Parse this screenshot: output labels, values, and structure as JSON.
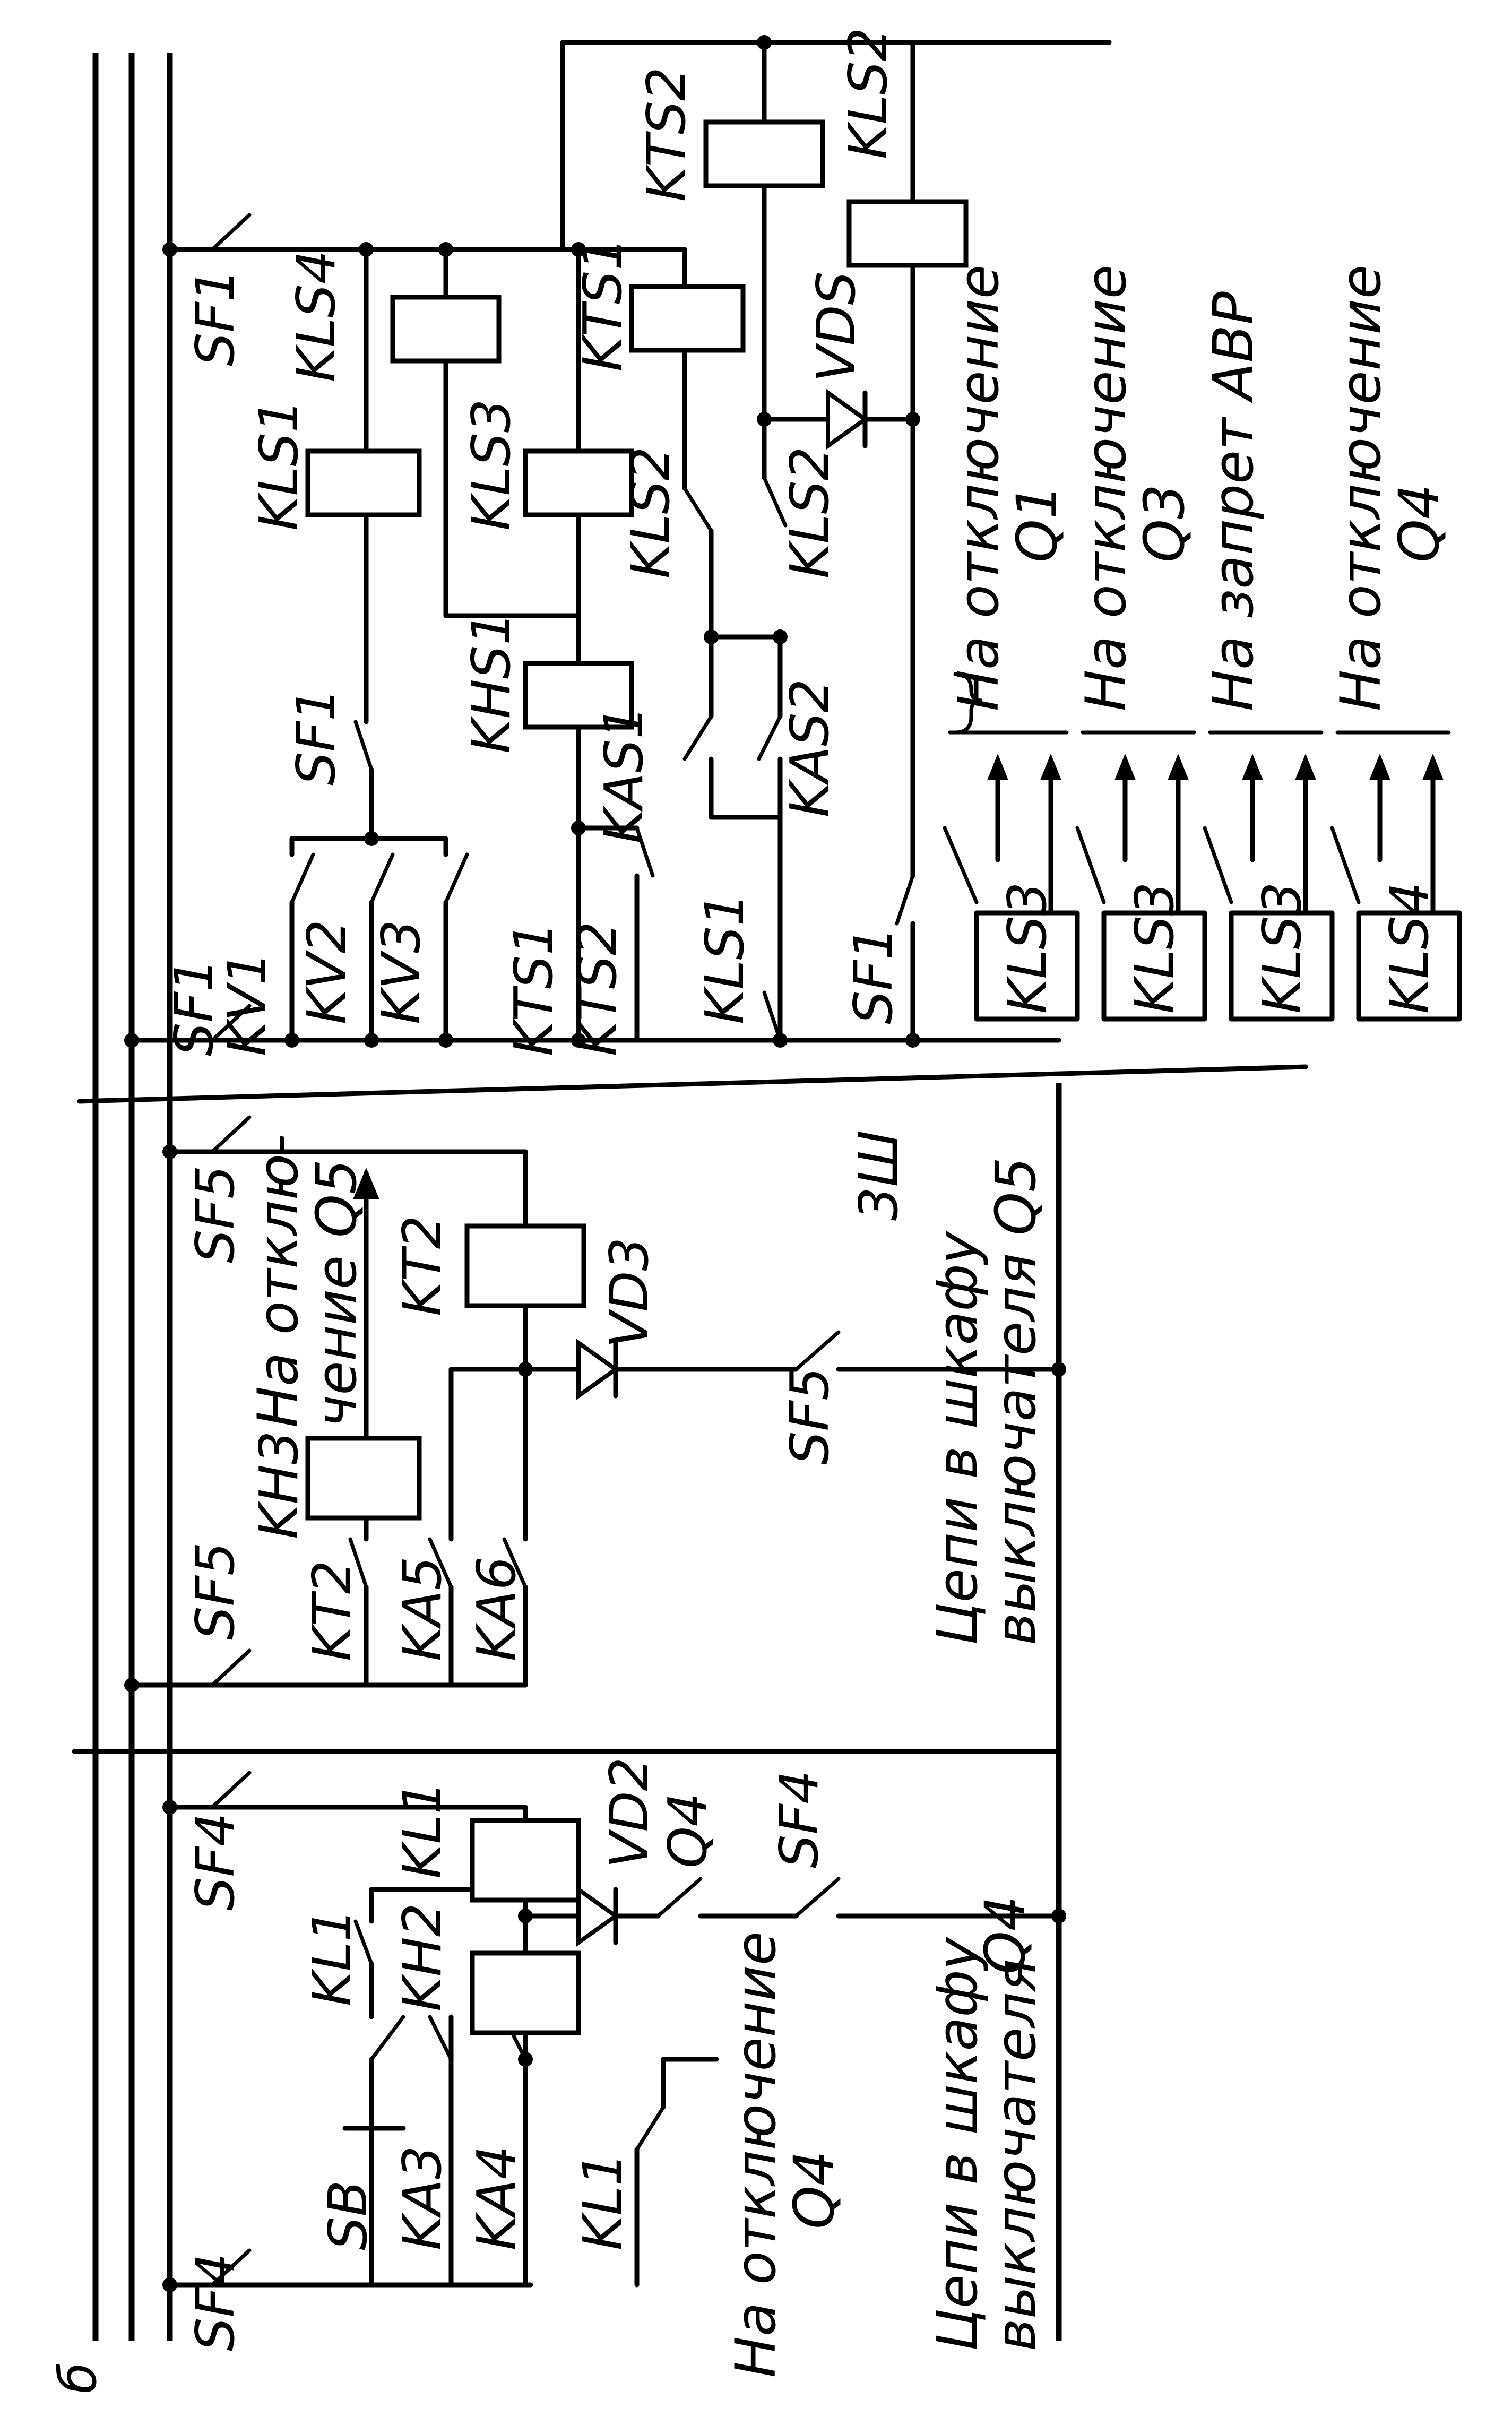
{
  "figure_label": "б",
  "labels": {
    "sf4_left": "SF4",
    "sb": "SB",
    "ka3": "KA3",
    "ka4": "KA4",
    "kl1_contact_low": "KL1",
    "kl1_contact": "KL1",
    "kh2": "KH2",
    "kl1_coil": "KL1",
    "vd2": "VD2",
    "q4": "Q4",
    "sf4_mid": "SF4",
    "sf4_right": "SF4",
    "sf5_left": "SF5",
    "kt2_contact": "KT2",
    "ka5": "KA5",
    "ka6": "KA6",
    "kh3": "KH3",
    "kt2_coil": "KT2",
    "vd3": "VD3",
    "sf5_mid": "SF5",
    "sf5_right": "SF5",
    "zsh": "3Ш",
    "sf1_kv1": "SF1",
    "kv1": "KV1",
    "kv2": "KV2",
    "kv3": "KV3",
    "sf1_mid": "SF1",
    "kls1_coil": "KLS1",
    "kls4_coil": "KLS4",
    "sf1_right": "SF1",
    "kts1_contact": "KTS1",
    "kts2_contact": "KTS2",
    "khs1": "KHS1",
    "kls3_coil": "KLS3",
    "kts1_coil": "KTS1",
    "kas1": "KAS1",
    "kls1_contact": "KLS1",
    "kas2": "KAS2",
    "kls2_contact_a": "KLS2",
    "kls2_contact_b": "KLS2",
    "vds": "VDS",
    "kts2_coil": "KTS2",
    "kls2_coil": "KLS2",
    "sf1_bottom": "SF1",
    "box1": "KLS3",
    "box2": "KLS3",
    "box3": "KLS3",
    "box4": "KLS4"
  },
  "notes": {
    "panel1_trip_line1": "На отключение",
    "panel1_trip_line2": "Q4",
    "panel1_cab_line1": "Цепи в шкафу",
    "panel1_cab_line2": "выключателя",
    "panel1_cab_ref": "Q4",
    "panel2_trip_line1": "На отклю-",
    "panel2_trip_line2": "чение Q5",
    "panel2_cab_line1": "Цепи в шкафу",
    "panel2_cab_line2": "выключателя Q5",
    "out1_line1": "На отключение",
    "out1_line2": "Q1",
    "out2_line1": "На отключение",
    "out2_line2": "Q3",
    "out3_line1": "На запрет АВР",
    "out4_line1": "На отключение",
    "out4_line2": "Q4"
  }
}
